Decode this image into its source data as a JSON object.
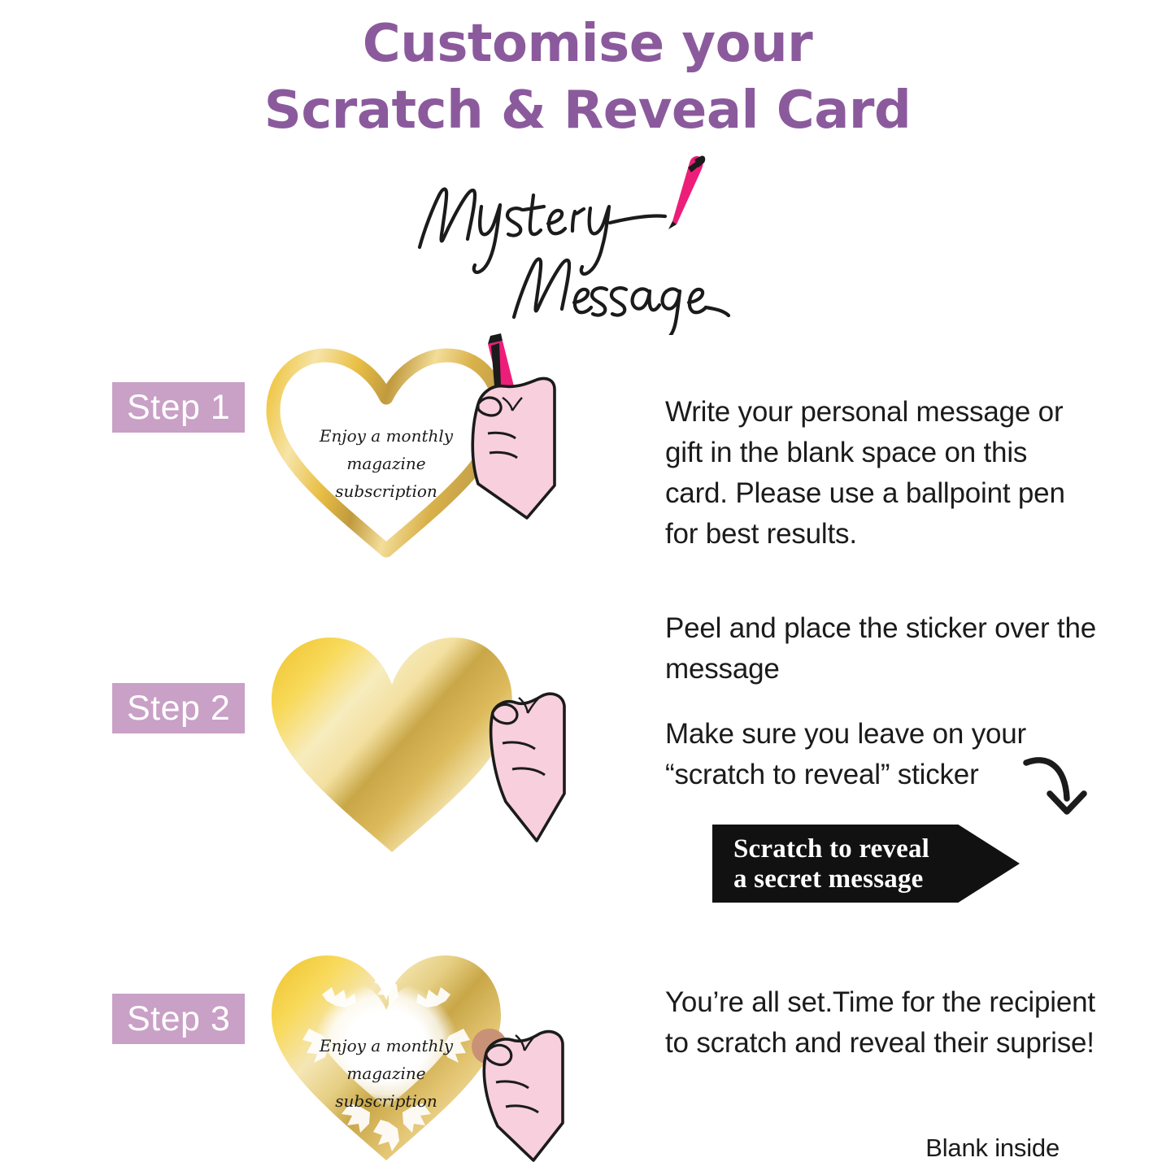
{
  "page": {
    "background_color": "#ffffff",
    "accent_purple": "#8b5a9c",
    "badge_purple": "#c9a0c6",
    "gold_light": "#f7e9b0",
    "gold_mid": "#f2c531",
    "gold_dark": "#c3a04a",
    "pen_pink": "#ed1e79",
    "hand_pink": "#f8cfdd",
    "coin_brown": "#c99277"
  },
  "title": {
    "line1": "Customise your",
    "line2": "Scratch & Reveal Card"
  },
  "logo": {
    "script_line1": "Mystery",
    "script_line2": "Message",
    "pen_icon": "pink-pen-icon"
  },
  "steps": [
    {
      "badge": "Step 1",
      "heart_message": [
        "Enjoy a monthly",
        "magazine",
        "subscription"
      ],
      "art_icon": "gold-heart-outline-with-writing-hand",
      "body": "Write your personal message or gift in the blank space on this card. Please use a ballpoint pen for best results."
    },
    {
      "badge": "Step 2",
      "heart_message": [],
      "art_icon": "gold-heart-solid-with-peeling-hand",
      "body_a": "Peel and place the sticker over the message",
      "body_b": "Make sure you leave on your “scratch to reveal” sticker"
    },
    {
      "badge": "Step 3",
      "heart_message": [
        "Enjoy a monthly",
        "magazine",
        "subscription"
      ],
      "art_icon": "gold-heart-scratched-with-coin-hand",
      "body": "You’re all set.Time for the recipient to scratch and reveal their suprise!"
    }
  ],
  "banner": {
    "line1": "Scratch to reveal",
    "line2": "a secret message",
    "shape": "right-pointing-arrow",
    "background_color": "#111111",
    "text_color": "#ffffff"
  },
  "curved_arrow": {
    "icon": "curved-down-arrow-icon"
  },
  "footer": {
    "note": "Blank inside"
  }
}
